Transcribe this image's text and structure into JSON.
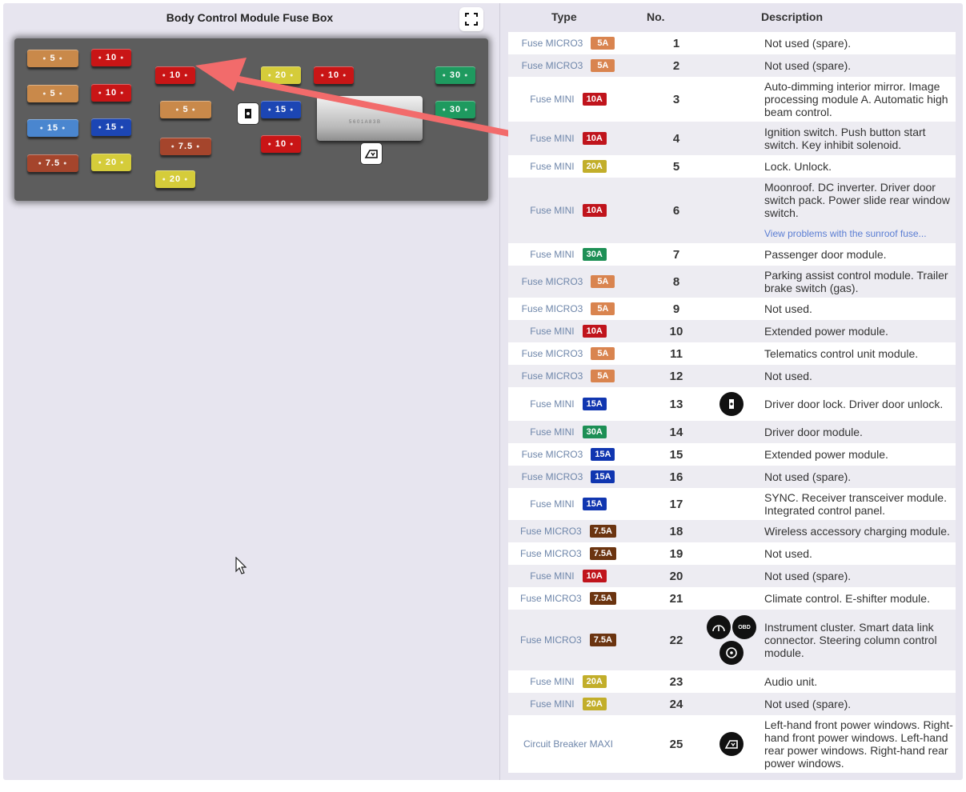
{
  "diagram": {
    "title": "Body Control Module Fuse Box",
    "relay_label": "5 6 0 1 A 8 3 B",
    "fuses": [
      {
        "label": "5",
        "color": "#c9894a",
        "size": "lg"
      },
      {
        "label": "10",
        "color": "#c91516",
        "size": "sm"
      },
      {
        "label": "5",
        "color": "#c9894a",
        "size": "lg"
      },
      {
        "label": "10",
        "color": "#c91516",
        "size": "sm"
      },
      {
        "label": "15",
        "color": "#4a86cf",
        "size": "lg"
      },
      {
        "label": "15",
        "color": "#1c46b4",
        "size": "sm"
      },
      {
        "label": "7.5",
        "color": "#a5452c",
        "size": "lg"
      },
      {
        "label": "20",
        "color": "#d5cc3a",
        "size": "sm"
      },
      {
        "label": "10",
        "color": "#c91516",
        "size": "sm"
      },
      {
        "label": "5",
        "color": "#c9894a",
        "size": "lg"
      },
      {
        "label": "7.5",
        "color": "#a5452c",
        "size": "lg"
      },
      {
        "label": "20",
        "color": "#d5cc3a",
        "size": "sm"
      },
      {
        "label": "20",
        "color": "#d5cc3a",
        "size": "sm"
      },
      {
        "label": "10",
        "color": "#c91516",
        "size": "sm"
      },
      {
        "label": "15",
        "color": "#1c46b4",
        "size": "sm"
      },
      {
        "label": "10",
        "color": "#c91516",
        "size": "sm"
      },
      {
        "label": "30",
        "color": "#1e9a5f",
        "size": "sm"
      },
      {
        "label": "30",
        "color": "#1e9a5f",
        "size": "sm"
      }
    ]
  },
  "colors": {
    "5A": "#d9844f",
    "10A": "#c0141c",
    "15A": "#1036b0",
    "20A": "#c2ae2a",
    "30A": "#1d8f55",
    "7.5A": "#6b3410"
  },
  "table": {
    "headers": {
      "type": "Type",
      "no": "No.",
      "description": "Description"
    },
    "rows": [
      {
        "type": "Fuse MICRO3",
        "amp": "5A",
        "no": "1",
        "icons": [],
        "desc": "Not used (spare)."
      },
      {
        "type": "Fuse MICRO3",
        "amp": "5A",
        "no": "2",
        "icons": [],
        "desc": "Not used (spare)."
      },
      {
        "type": "Fuse MINI",
        "amp": "10A",
        "no": "3",
        "icons": [],
        "desc": "Auto-dimming interior mirror. Image processing module A. Automatic high beam control."
      },
      {
        "type": "Fuse MINI",
        "amp": "10A",
        "no": "4",
        "icons": [],
        "desc": "Ignition switch. Push button start switch. Key inhibit solenoid."
      },
      {
        "type": "Fuse MINI",
        "amp": "20A",
        "no": "5",
        "icons": [],
        "desc": "Lock. Unlock."
      },
      {
        "type": "Fuse MINI",
        "amp": "10A",
        "no": "6",
        "icons": [],
        "desc": "Moonroof. DC inverter. Driver door switch pack. Power slide rear window switch.",
        "link": "View problems with the sunroof fuse..."
      },
      {
        "type": "Fuse MINI",
        "amp": "30A",
        "no": "7",
        "icons": [],
        "desc": "Passenger door module."
      },
      {
        "type": "Fuse MICRO3",
        "amp": "5A",
        "no": "8",
        "icons": [],
        "desc": "Parking assist control module. Trailer brake switch (gas)."
      },
      {
        "type": "Fuse MICRO3",
        "amp": "5A",
        "no": "9",
        "icons": [],
        "desc": "Not used."
      },
      {
        "type": "Fuse MINI",
        "amp": "10A",
        "no": "10",
        "icons": [],
        "desc": "Extended power module."
      },
      {
        "type": "Fuse MICRO3",
        "amp": "5A",
        "no": "11",
        "icons": [],
        "desc": "Telematics control unit module."
      },
      {
        "type": "Fuse MICRO3",
        "amp": "5A",
        "no": "12",
        "icons": [],
        "desc": "Not used."
      },
      {
        "type": "Fuse MINI",
        "amp": "15A",
        "no": "13",
        "icons": [
          "door-lock-icon"
        ],
        "desc": "Driver door lock. Driver door unlock."
      },
      {
        "type": "Fuse MINI",
        "amp": "30A",
        "no": "14",
        "icons": [],
        "desc": "Driver door module."
      },
      {
        "type": "Fuse MICRO3",
        "amp": "15A",
        "no": "15",
        "icons": [],
        "desc": "Extended power module."
      },
      {
        "type": "Fuse MICRO3",
        "amp": "15A",
        "no": "16",
        "icons": [],
        "desc": "Not used (spare)."
      },
      {
        "type": "Fuse MINI",
        "amp": "15A",
        "no": "17",
        "icons": [],
        "desc": "SYNC. Receiver transceiver module. Integrated control panel."
      },
      {
        "type": "Fuse MICRO3",
        "amp": "7.5A",
        "no": "18",
        "icons": [],
        "desc": "Wireless accessory charging module."
      },
      {
        "type": "Fuse MICRO3",
        "amp": "7.5A",
        "no": "19",
        "icons": [],
        "desc": "Not used."
      },
      {
        "type": "Fuse MINI",
        "amp": "10A",
        "no": "20",
        "icons": [],
        "desc": "Not used (spare)."
      },
      {
        "type": "Fuse MICRO3",
        "amp": "7.5A",
        "no": "21",
        "icons": [],
        "desc": "Climate control. E-shifter module."
      },
      {
        "type": "Fuse MICRO3",
        "amp": "7.5A",
        "no": "22",
        "icons": [
          "instrument-cluster-icon",
          "obd-connector-icon",
          "steering-wheel-icon"
        ],
        "obd_text": "OBD",
        "desc": "Instrument cluster. Smart data link connector. Steering column control module."
      },
      {
        "type": "Fuse MINI",
        "amp": "20A",
        "no": "23",
        "icons": [],
        "desc": "Audio unit."
      },
      {
        "type": "Fuse MINI",
        "amp": "20A",
        "no": "24",
        "icons": [],
        "desc": "Not used (spare)."
      },
      {
        "type": "Circuit Breaker MAXI",
        "amp": "",
        "no": "25",
        "icons": [
          "power-window-icon"
        ],
        "desc": "Left-hand front power windows. Right-hand front power windows. Left-hand rear power windows. Right-hand rear power windows."
      }
    ]
  }
}
